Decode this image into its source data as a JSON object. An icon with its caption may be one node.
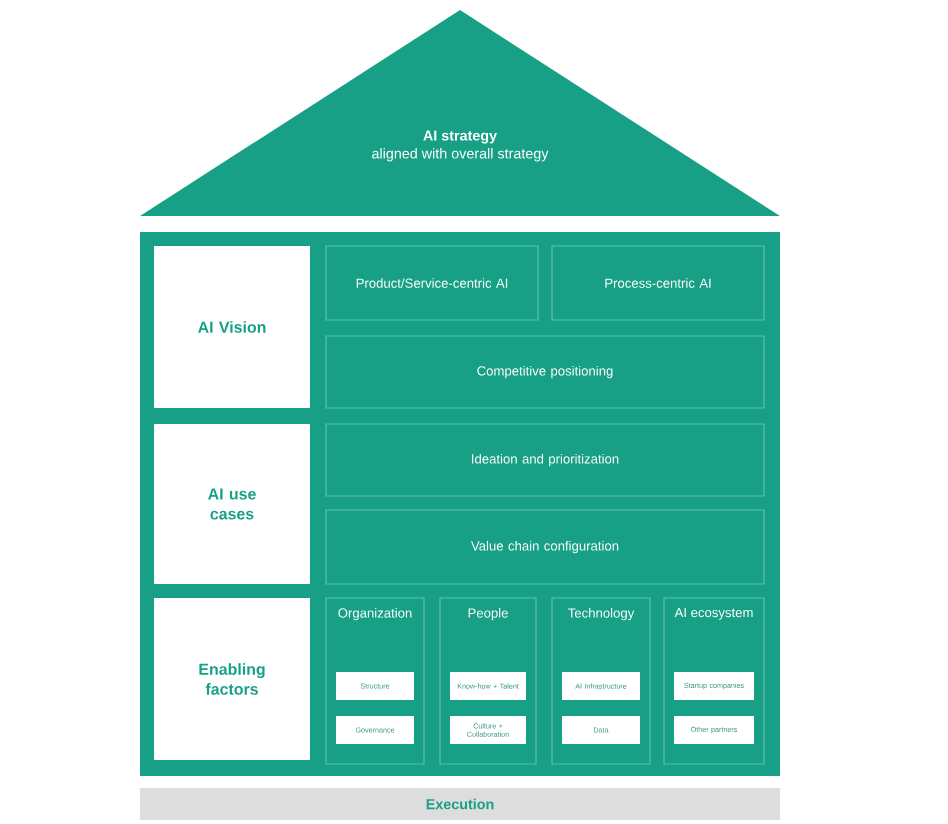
{
  "diagram": {
    "nodes": [
      {
        "text": [
          "AI strategy",
          "aligned with overall strategy"
        ]
      },
      {
        "text": [
          "AI Vision"
        ]
      },
      {
        "text": [
          "Product/Service-centric AI"
        ]
      },
      {
        "text": [
          "Process-centric AI"
        ]
      },
      {
        "text": [
          "Competitive positioning"
        ]
      },
      {
        "text": [
          "AI use cases"
        ]
      },
      {
        "text": [
          "Ideation and prioritization"
        ]
      },
      {
        "text": [
          "Value chain configuration"
        ]
      },
      {
        "text": [
          "Enabling factors"
        ]
      },
      {
        "text": [
          "Organization"
        ]
      },
      {
        "text": [
          "Structure"
        ],
        "in": 9
      },
      {
        "text": [
          "Governance"
        ],
        "in": 9
      },
      {
        "text": [
          "People"
        ]
      },
      {
        "text": [
          "Know-how + Talent"
        ],
        "in": 12
      },
      {
        "text": [
          "Culture + Collaboration"
        ],
        "in": 12
      },
      {
        "text": [
          "Technology"
        ]
      },
      {
        "text": [
          "AI Infrastructure"
        ],
        "in": 15
      },
      {
        "text": [
          "Data"
        ],
        "in": 15
      },
      {
        "text": [
          "AI ecosystem"
        ]
      },
      {
        "text": [
          "Startup companies"
        ],
        "in": 18
      },
      {
        "text": [
          "Other partners"
        ],
        "in": 18
      },
      {
        "text": [
          "Execution"
        ]
      }
    ]
  }
}
